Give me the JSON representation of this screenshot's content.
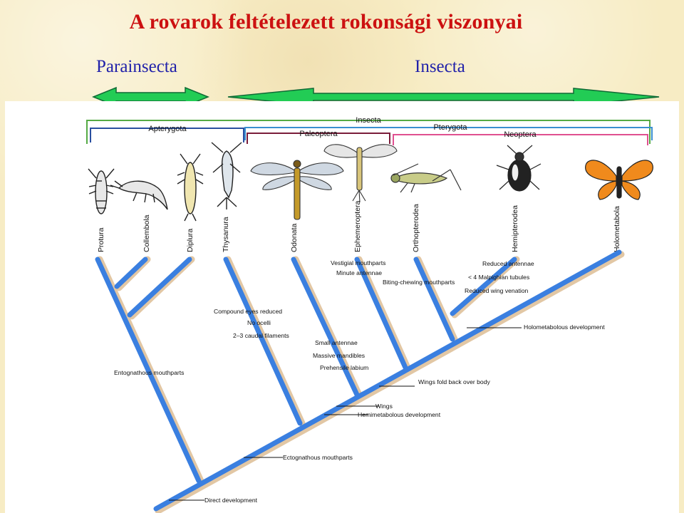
{
  "title": "A rovarok feltételezett rokonsági viszonyai",
  "groups": {
    "parainsecta": "Parainsecta",
    "insecta": "Insecta"
  },
  "colors": {
    "title": "#cc1111",
    "group_label": "#2222aa",
    "arrow_fill": "#22cc55",
    "branch_blue": "#3a7fe0",
    "branch_tan": "#e2c7a4",
    "bracket_insecta": "#55aa44",
    "bracket_apterygota": "#2a4fa0",
    "bracket_paleoptera": "#7a1d3a",
    "bracket_pterygota": "#3a8fd0",
    "bracket_neoptera": "#e05090"
  },
  "diagram": {
    "brackets": {
      "insecta": "Insecta",
      "apterygota": "Apterygota",
      "pterygota": "Pterygota",
      "paleoptera": "Paleoptera",
      "neoptera": "Neoptera"
    },
    "taxa": [
      {
        "name": "Protura",
        "icon": "proturan-icon"
      },
      {
        "name": "Collembola",
        "icon": "springtail-icon"
      },
      {
        "name": "Diplura",
        "icon": "dipluran-icon"
      },
      {
        "name": "Thysanura",
        "icon": "silverfish-icon"
      },
      {
        "name": "Odonata",
        "icon": "dragonfly-icon"
      },
      {
        "name": "Ephemeroptera",
        "icon": "mayfly-icon"
      },
      {
        "name": "Orthopterodea",
        "icon": "grasshopper-icon"
      },
      {
        "name": "Hemipterodea",
        "icon": "bug-icon"
      },
      {
        "name": "Holometabola",
        "icon": "butterfly-icon"
      }
    ],
    "characters": {
      "vestigial_mouthparts": "Vestigial mouthparts",
      "minute_antennae": "Minute antennae",
      "biting_chewing": "Biting-chewing mouthparts",
      "reduced_antennae": "Reduced antennae",
      "malpighian": "< 4 Malpighian tubules",
      "reduced_venation": "Reduced wing venation",
      "compound_eyes": "Compound eyes reduced",
      "no_ocelli": "No ocelli",
      "caudal": "2–3 caudal filaments",
      "holometabolous": "Holometabolous development",
      "small_antennae": "Small antennae",
      "massive_mandibles": "Massive mandibles",
      "prehensile": "Prehensile labium",
      "entognathous": "Entognathous mouthparts",
      "wings_fold": "Wings fold back over body",
      "wings": "Wings",
      "hemimetabolous": "Hemimetabolous development",
      "ectognathous": "Ectognathous mouthparts",
      "direct_development": "Direct development"
    }
  }
}
